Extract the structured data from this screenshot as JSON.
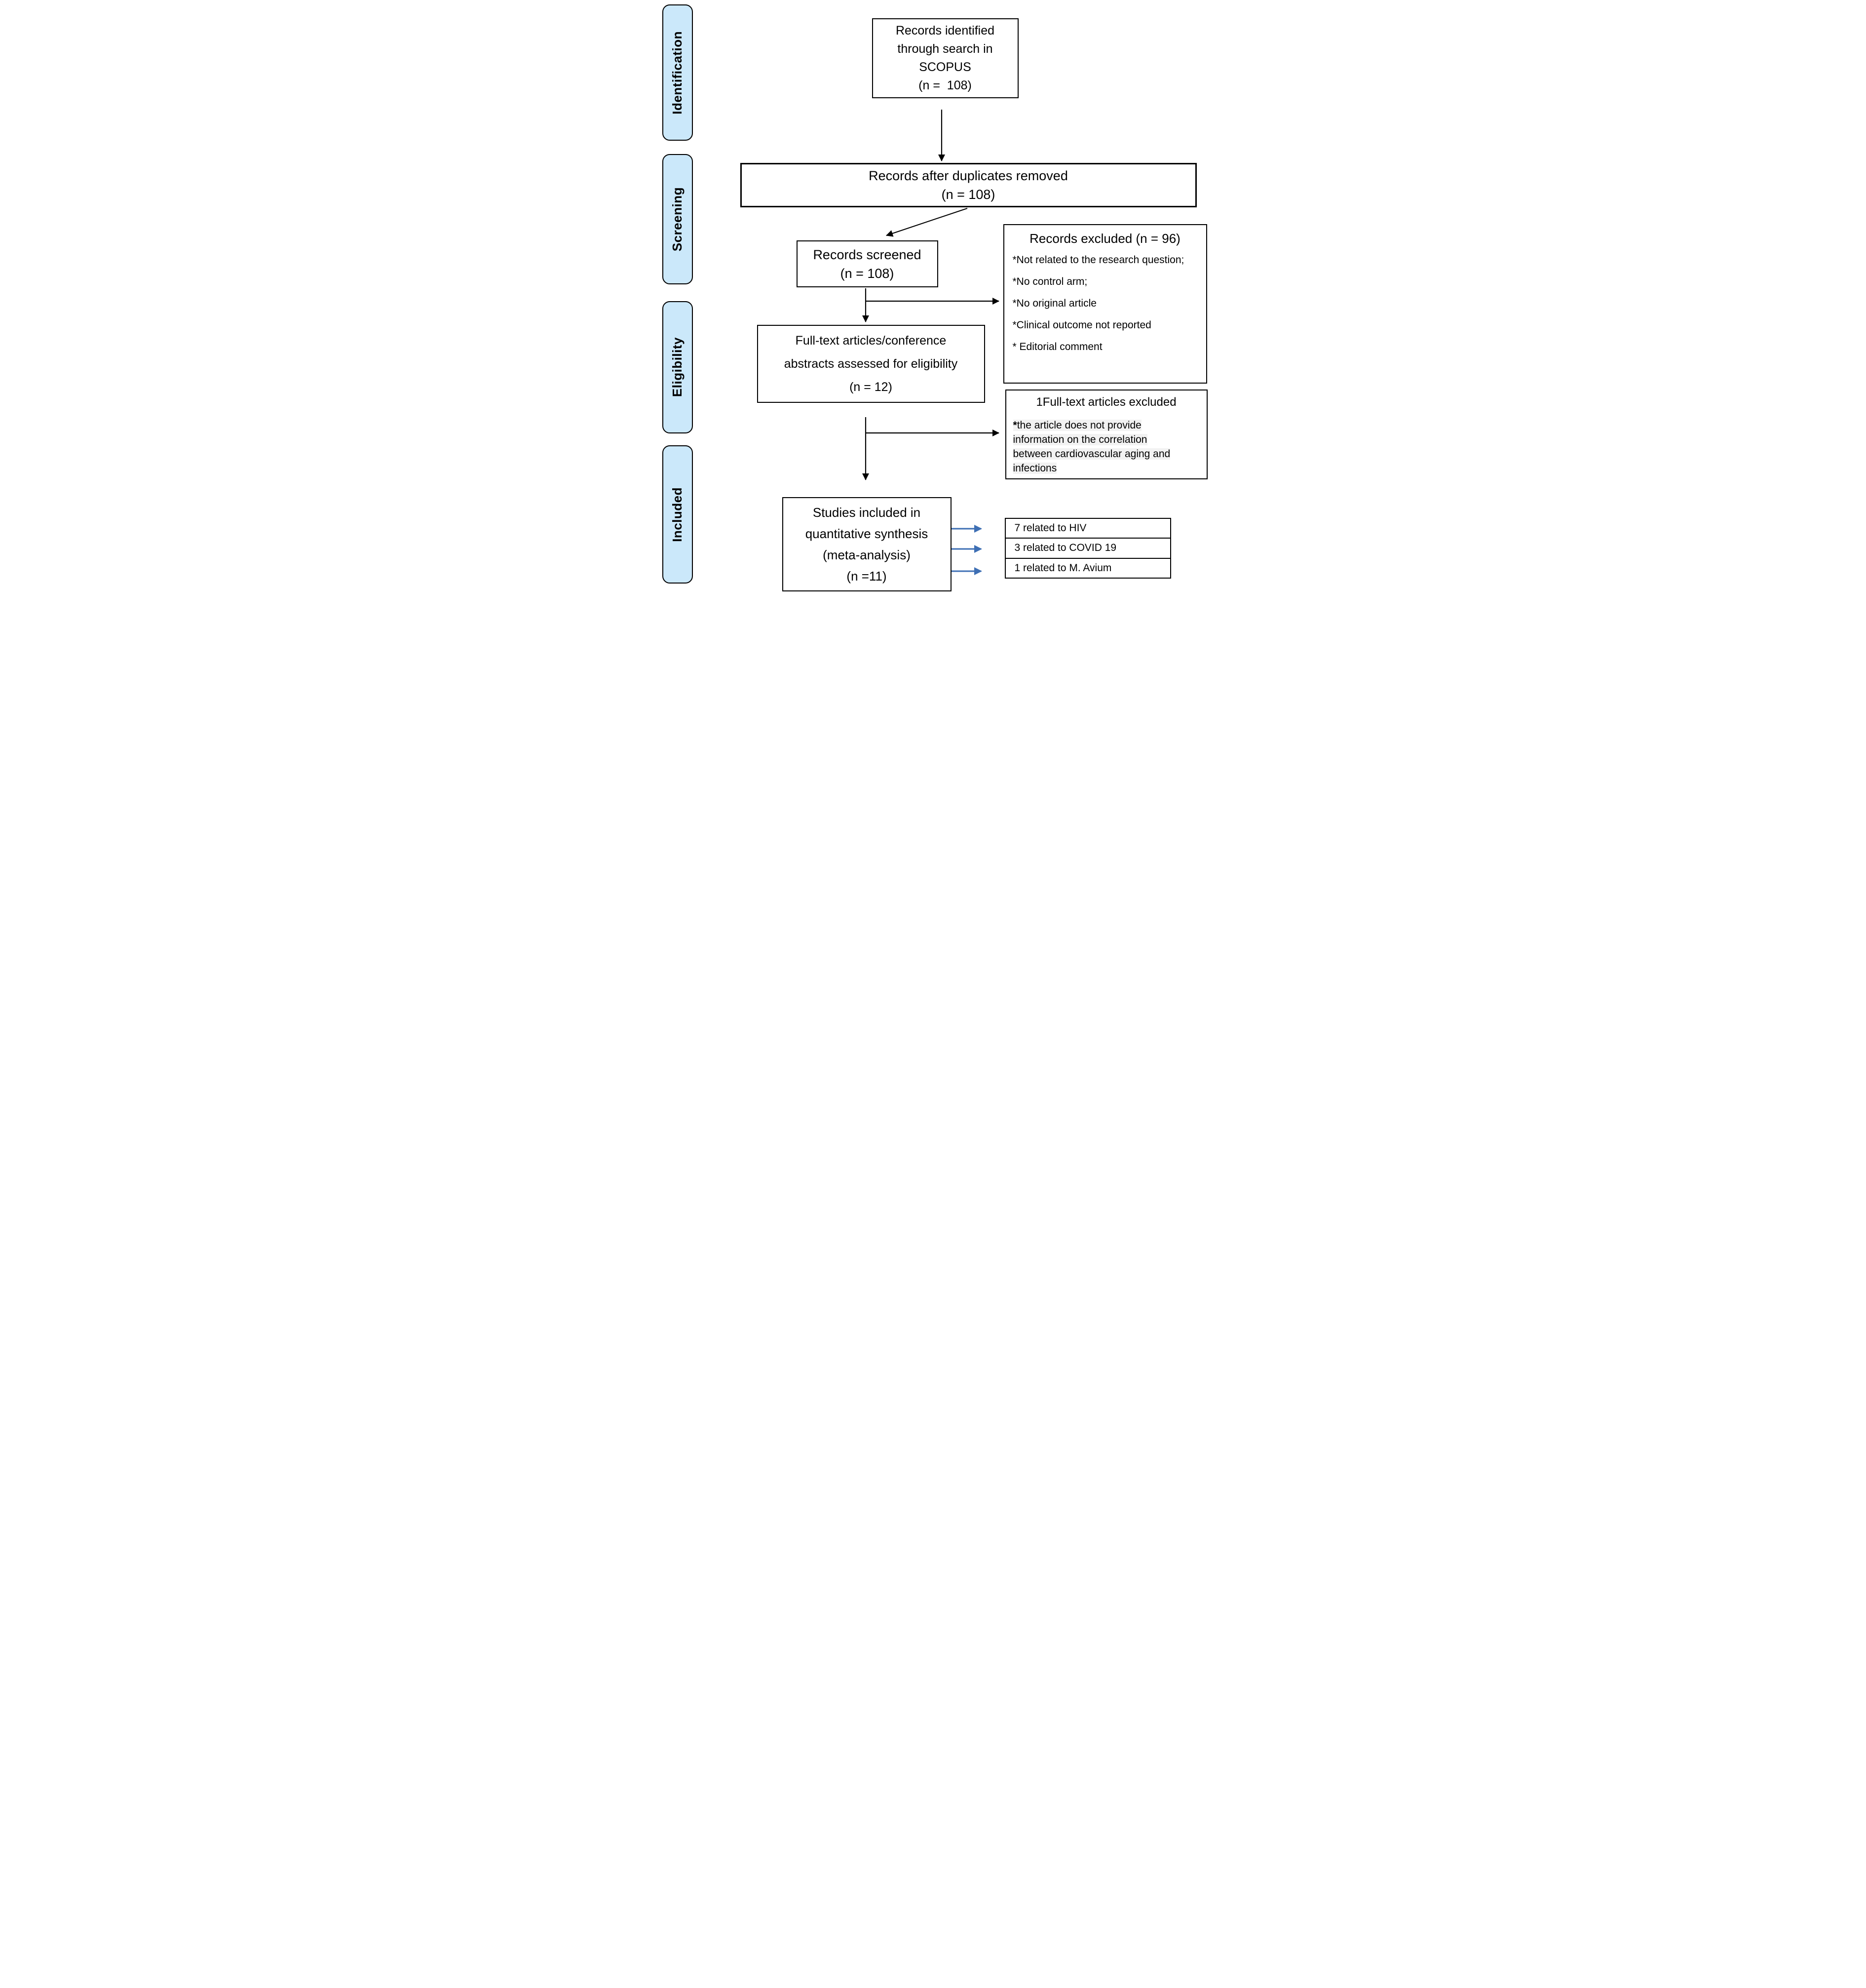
{
  "colors": {
    "stage_fill": "#cbe8fa",
    "stage_border": "#000000",
    "box_border": "#000000",
    "arrow_black": "#000000",
    "arrow_blue": "#3e6fb4",
    "body_highlight": "#f2f2f2"
  },
  "stages": [
    {
      "label": "Identification"
    },
    {
      "label": "Screening"
    },
    {
      "label": "Eligibility"
    },
    {
      "label": "Included"
    }
  ],
  "flow": {
    "identified": {
      "lines": [
        "Records identified",
        "through search in",
        "SCOPUS",
        "(n =  108)"
      ]
    },
    "duplicates_removed": {
      "lines": [
        "Records after duplicates removed",
        "(n = 108)"
      ]
    },
    "screened": {
      "lines": [
        "Records screened",
        "(n = 108)"
      ]
    },
    "excluded_records": {
      "title": "Records excluded (n = 96)",
      "items": [
        "*Not related to the research question;",
        "*No control arm;",
        "*No original article",
        "*Clinical outcome not reported",
        "* Editorial comment"
      ]
    },
    "fulltext": {
      "lines": [
        "Full-text articles/conference",
        "abstracts assessed for eligibility",
        "(n = 12)"
      ]
    },
    "excluded_fulltext": {
      "title": "1Full-text articles excluded",
      "marker": "*",
      "body_lines": [
        "the article does not provide",
        "information on the correlation",
        "between cardiovascular aging and",
        "infections"
      ]
    },
    "studies_included": {
      "lines": [
        "Studies included in",
        "quantitative synthesis",
        "(meta-analysis)",
        "(n =11)"
      ]
    }
  },
  "included_table": {
    "rows": [
      "7 related to HIV",
      "3 related to COVID 19",
      "1 related to M. Avium"
    ]
  }
}
